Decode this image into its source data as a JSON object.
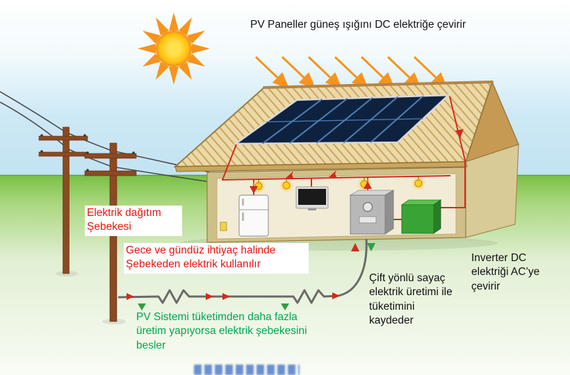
{
  "annotations": {
    "pv_panels": "PV Paneller güneş ışığını DC elektriğe çevirir",
    "distribution_grid": "Elektrik dağıtım Şebekesi",
    "grid_usage": "Gece ve gündüz ihtiyaç halinde Şebekeden elektrik kullanılır",
    "feed_in": "PV Sistemi tüketimden daha fazla üretim yapıyorsa elektrik şebekesini besler",
    "bidirectional_meter": "Çift yönlü sayaç elektrik üretimi ile tüketimini kaydeder",
    "inverter": "Inverter DC elektriği AC’ye çevirir"
  },
  "colors": {
    "label-red": "#e8150d",
    "label-green": "#00a651",
    "label-black": "#111111",
    "sun-orange": "#f7941d",
    "panel-navy": "#0e2240",
    "wire-red": "#d42a1e",
    "arrow-green": "#2fa042",
    "inverter-green": "#3aa335",
    "meter-gray": "#b8b8b8",
    "pole-brown": "#8a4a22",
    "service-gray": "#6a6a6a",
    "watermark-blue": "#2f63c4"
  }
}
